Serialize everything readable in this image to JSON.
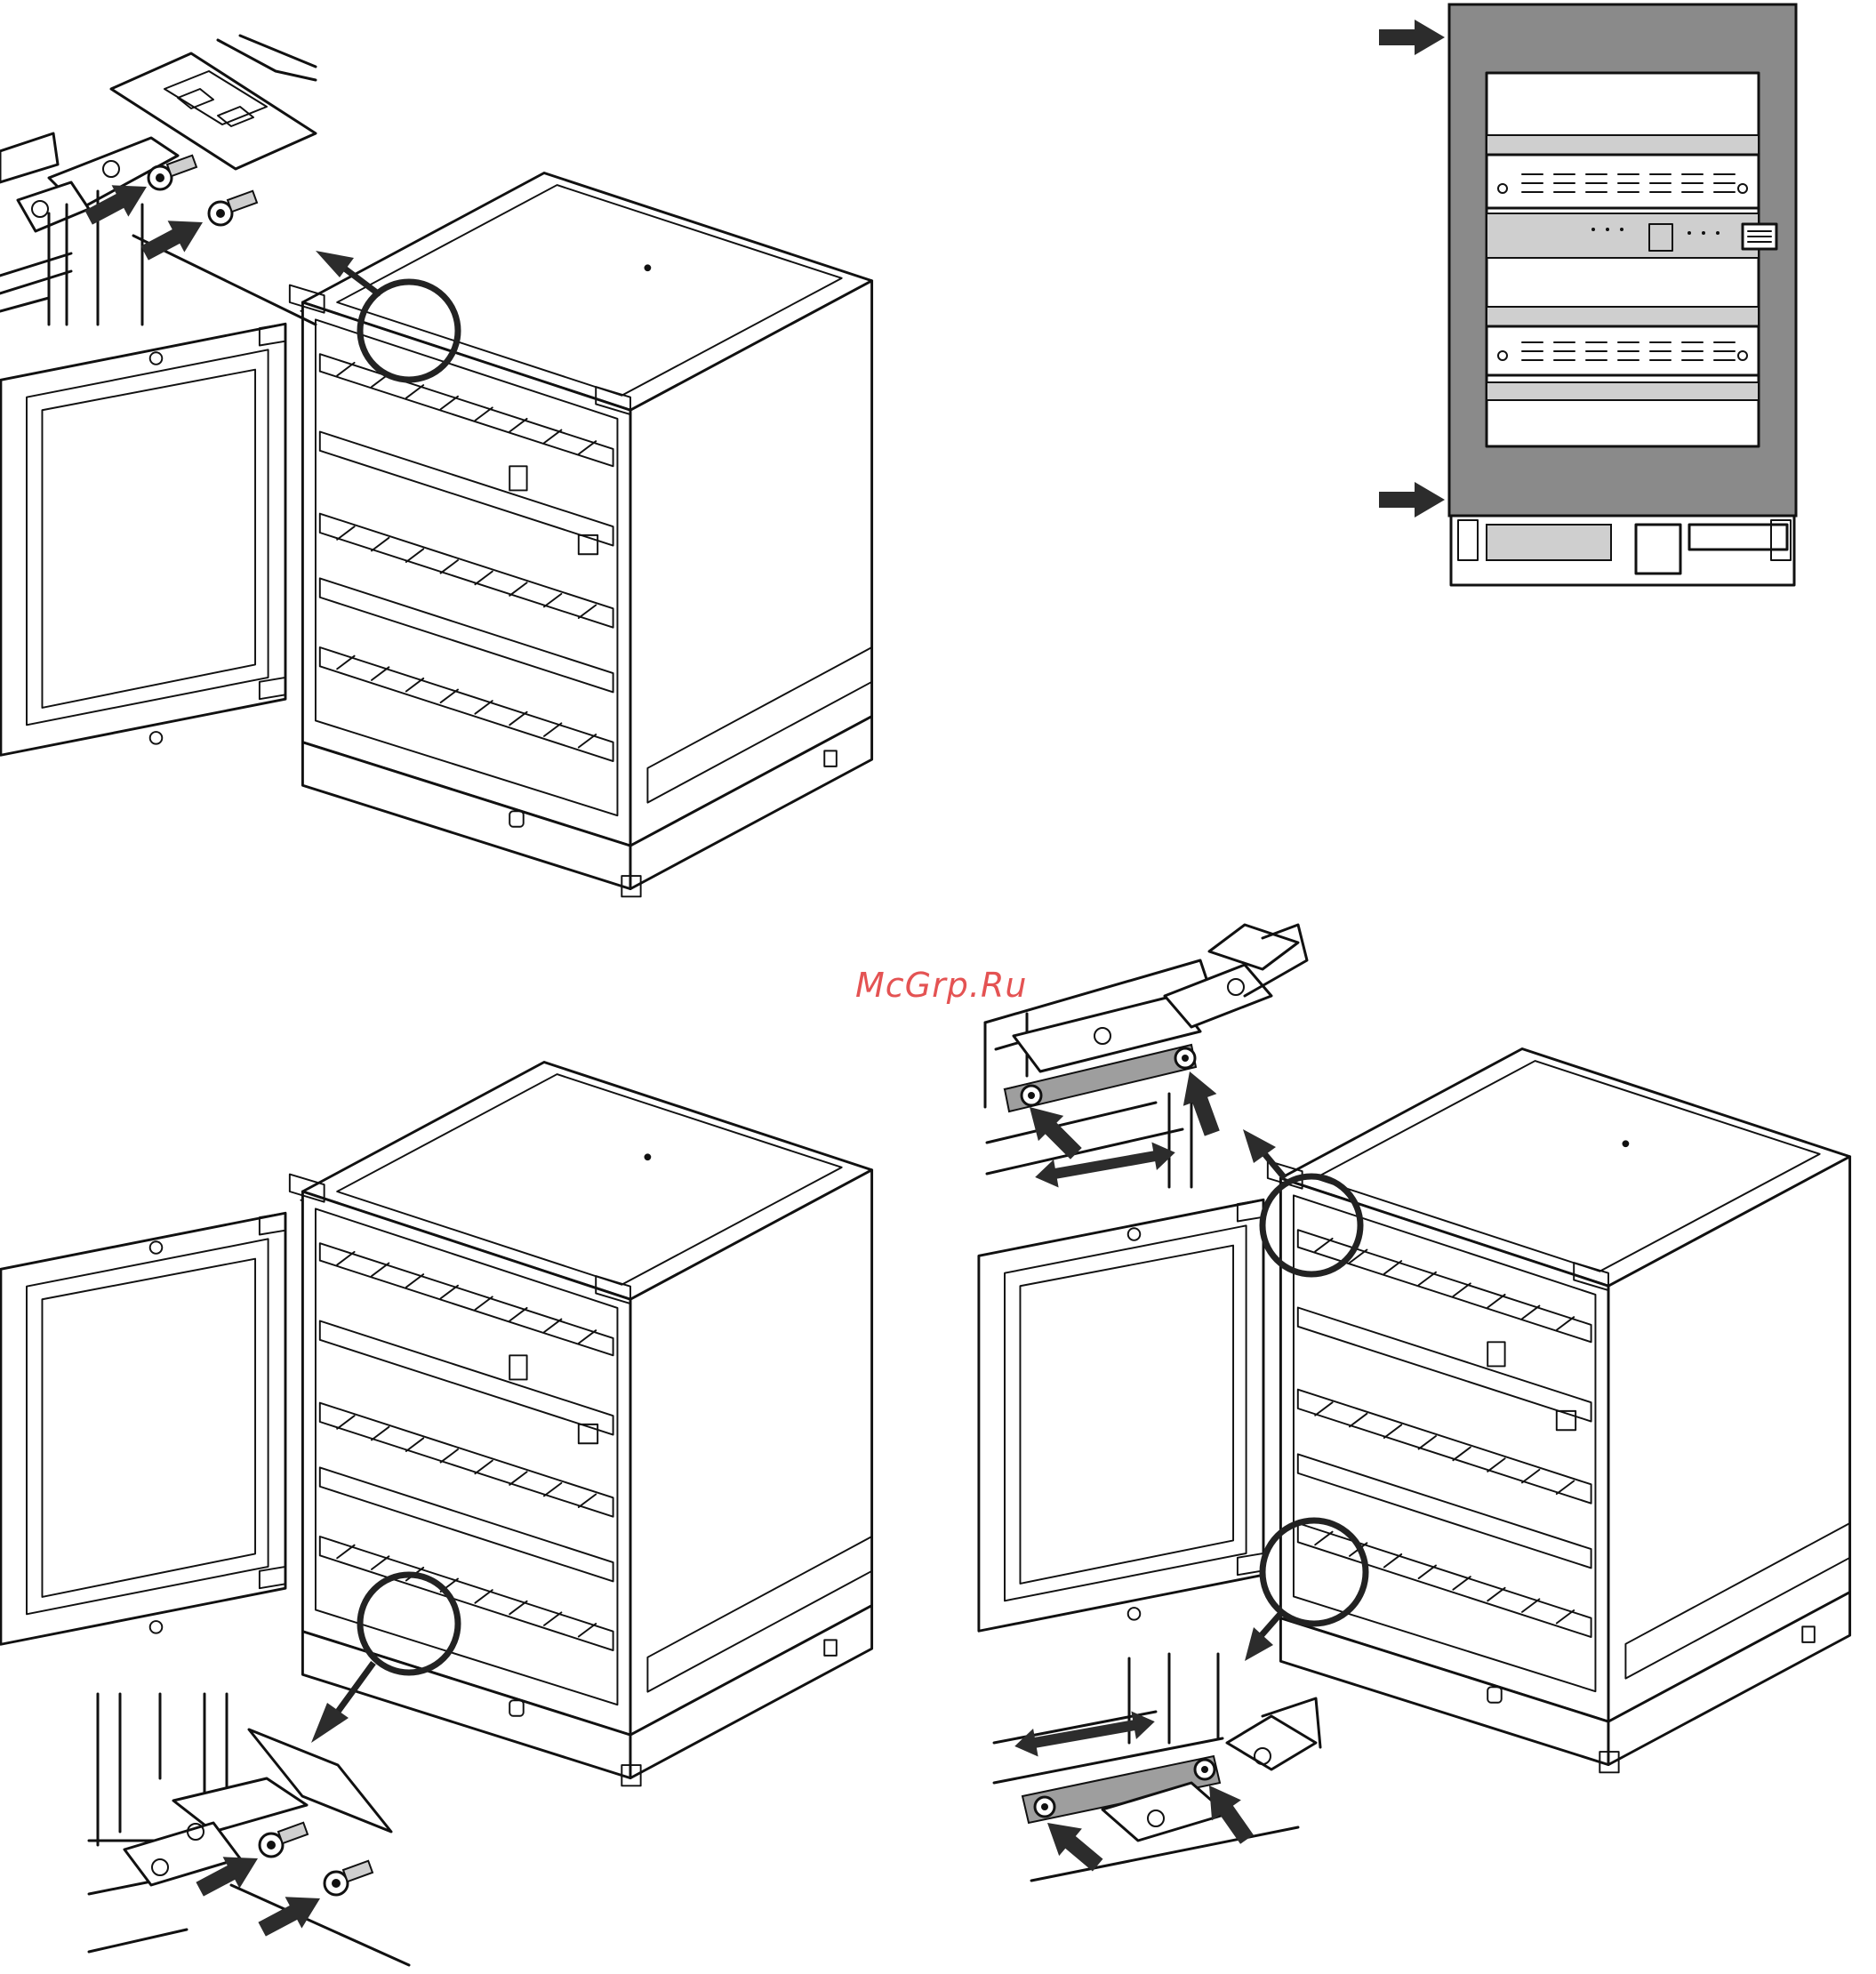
{
  "watermark": "McGrp.Ru",
  "panels": [
    {
      "id": "top-left",
      "label": "remove-upper-hinge-screws"
    },
    {
      "id": "top-right",
      "label": "front-view-decor-panel"
    },
    {
      "id": "bottom-left",
      "label": "remove-lower-hinge-screws"
    },
    {
      "id": "bottom-right",
      "label": "adjust-hinge-plates"
    }
  ],
  "colors": {
    "line": "#111111",
    "arrow": "#2c2c2c",
    "panel_fill": "#8a8a8a",
    "watermark": "#e03636"
  }
}
